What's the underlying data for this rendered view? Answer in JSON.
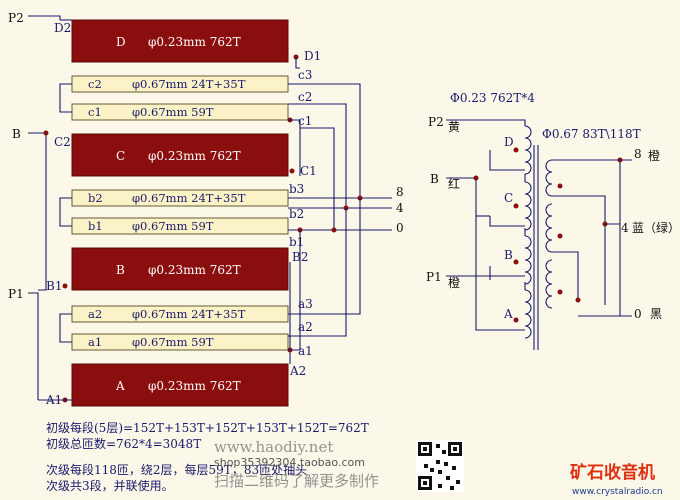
{
  "left": {
    "terminals": {
      "P2": "P2",
      "B": "B",
      "P1": "P1",
      "zero": "0",
      "four": "4",
      "eight": "8"
    },
    "primary_label": "φ0.23mm  762T",
    "secondary_top_label": "φ0.67mm  24T+35T",
    "secondary_bottom_label": "φ0.67mm  59T",
    "blocks": [
      {
        "id": "D",
        "top": "D2",
        "bottom": "D1"
      },
      {
        "id": "C",
        "top": "C2",
        "bottom": "C1"
      },
      {
        "id": "B",
        "top": "B1",
        "bottom": "B2"
      },
      {
        "id": "A",
        "top": "A2",
        "bottom": "A1"
      }
    ],
    "secondaries": [
      {
        "top": "c2",
        "bottom": "c1",
        "tap_top": "c3",
        "tap_mid": "c2",
        "tap_bot": "c1"
      },
      {
        "top": "b2",
        "bottom": "b1",
        "tap_top": "b3",
        "tap_mid": "b2",
        "tap_bot": "b1"
      },
      {
        "top": "a2",
        "bottom": "a1",
        "tap_top": "a3",
        "tap_mid": "a2",
        "tap_bot": "a1"
      }
    ]
  },
  "right": {
    "primary_spec": "Φ0.23  762T*4",
    "secondary_spec": "Φ0.67 83T\\118T",
    "P2_label": "P2",
    "P2_color": "黄",
    "B_label": "B",
    "B_color": "红",
    "P1_label": "P1",
    "P1_color": "橙",
    "coils": [
      "D",
      "C",
      "B",
      "A"
    ],
    "out8": "8",
    "out8_color": "橙",
    "out4": "4",
    "out4_color": "蓝（绿）",
    "out0": "0",
    "out0_color": "黑"
  },
  "notes": [
    "初级每段(5层)=152T+153T+152T+153T+152T=762T",
    "初级总匝数=762*4=3048T",
    "次级每段118匝，绕2层，每层59T，83匝处抽头",
    "次级共3段，并联使用。"
  ],
  "watermarks": {
    "site": "www.haodiy.net",
    "shop": "shop35392304.taobao.com",
    "scan": "扫描二维码了解更多制作",
    "brand": "矿石收音机",
    "brand_url": "www.crystalradio.cn"
  },
  "colors": {
    "primary_box": "#8b0e0e",
    "secondary_box": "#fbf3c8",
    "wire": "#1a1a6a",
    "dot": "#8b1010",
    "brand": "#e03010",
    "background": "#fbf8e9"
  }
}
